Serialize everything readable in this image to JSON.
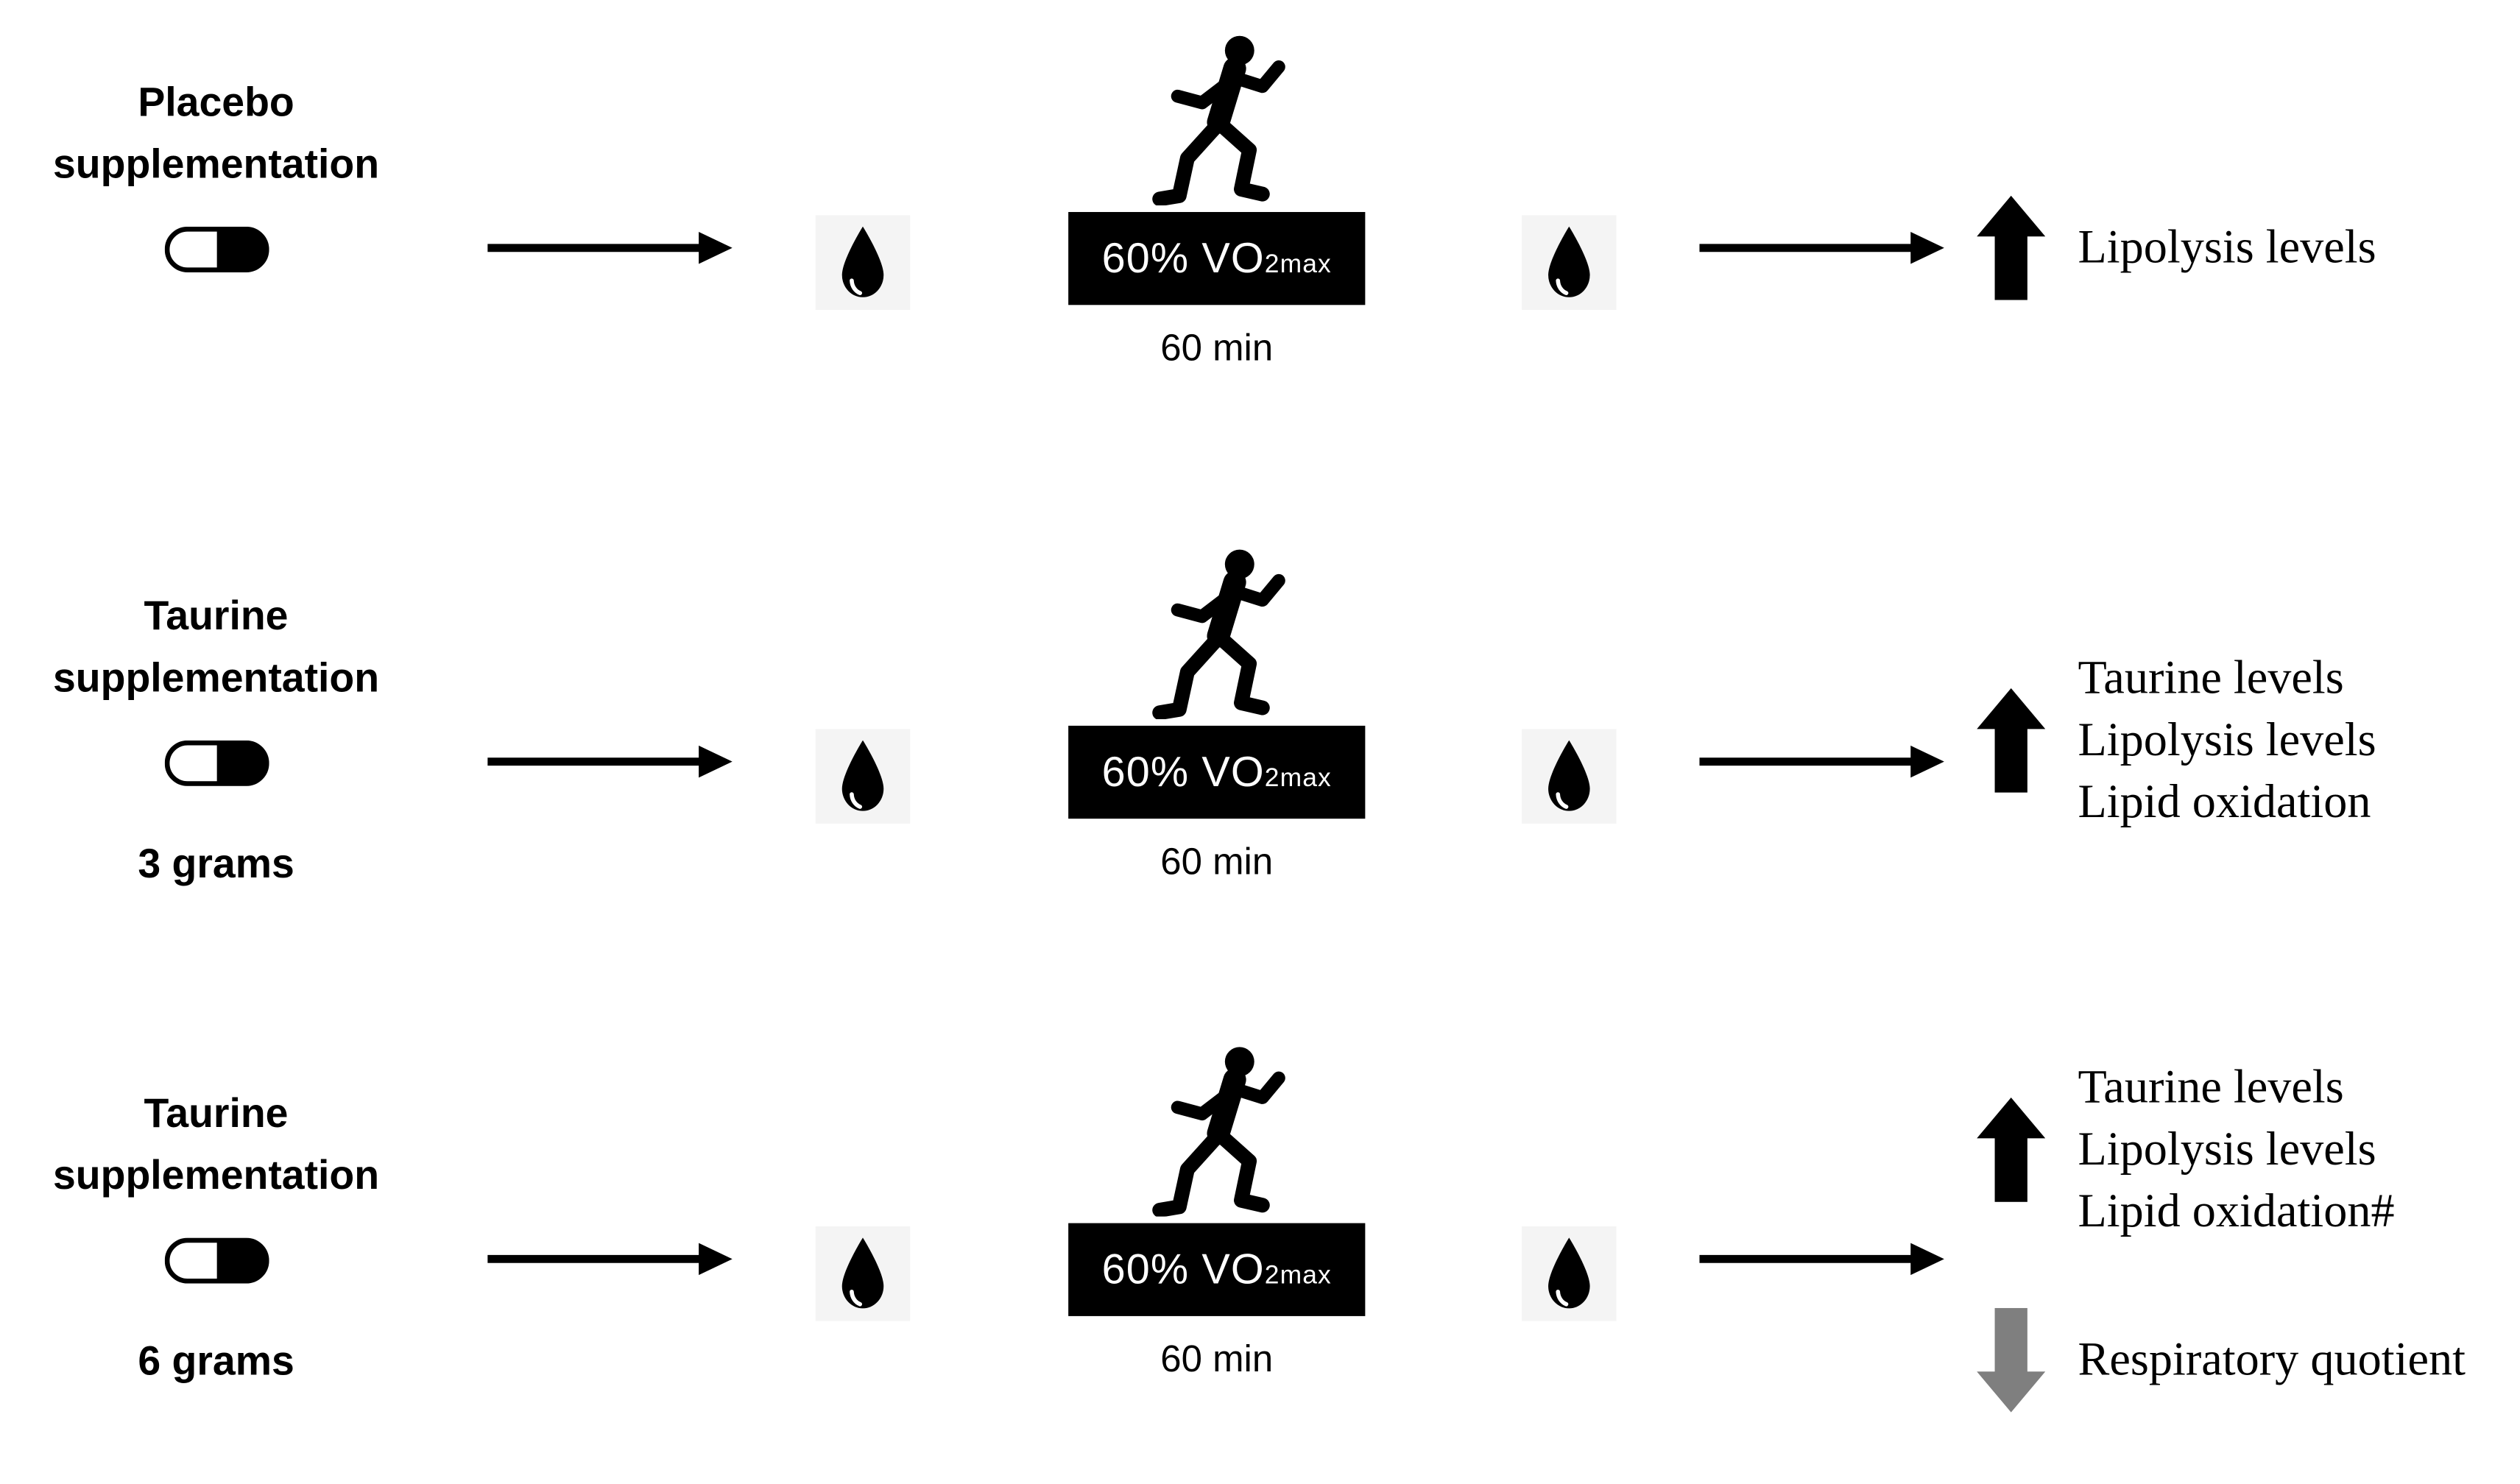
{
  "figure": {
    "rows": [
      {
        "label_line1": "Placebo",
        "label_line2": "supplementation",
        "dose": "",
        "vo2_main": "60% VO",
        "vo2_sub": "2max",
        "duration": "60 min",
        "increase": [
          "Lipolysis levels"
        ],
        "decrease": []
      },
      {
        "label_line1": "Taurine",
        "label_line2": "supplementation",
        "dose": "3 grams",
        "vo2_main": "60% VO",
        "vo2_sub": "2max",
        "duration": "60 min",
        "increase": [
          "Taurine levels",
          "Lipolysis levels",
          "Lipid oxidation"
        ],
        "decrease": []
      },
      {
        "label_line1": "Taurine",
        "label_line2": "supplementation",
        "dose": "6 grams",
        "vo2_main": "60% VO",
        "vo2_sub": "2max",
        "duration": "60 min",
        "increase": [
          "Taurine levels",
          "Lipolysis levels",
          "Lipid oxidation#"
        ],
        "decrease": [
          "Respiratory quotient"
        ]
      }
    ],
    "colors": {
      "ink": "#000000",
      "decrease_arrow": "#7f7f7f",
      "drop_bg": "#f4f4f4",
      "box_bg": "#000000",
      "box_text": "#ffffff"
    },
    "icons": {
      "capsule": "capsule-icon",
      "blood_drop": "blood-drop-icon",
      "runner": "runner-icon",
      "flow_arrow": "right-arrow-icon",
      "increase": "up-arrow-icon",
      "decrease": "down-arrow-icon"
    }
  }
}
